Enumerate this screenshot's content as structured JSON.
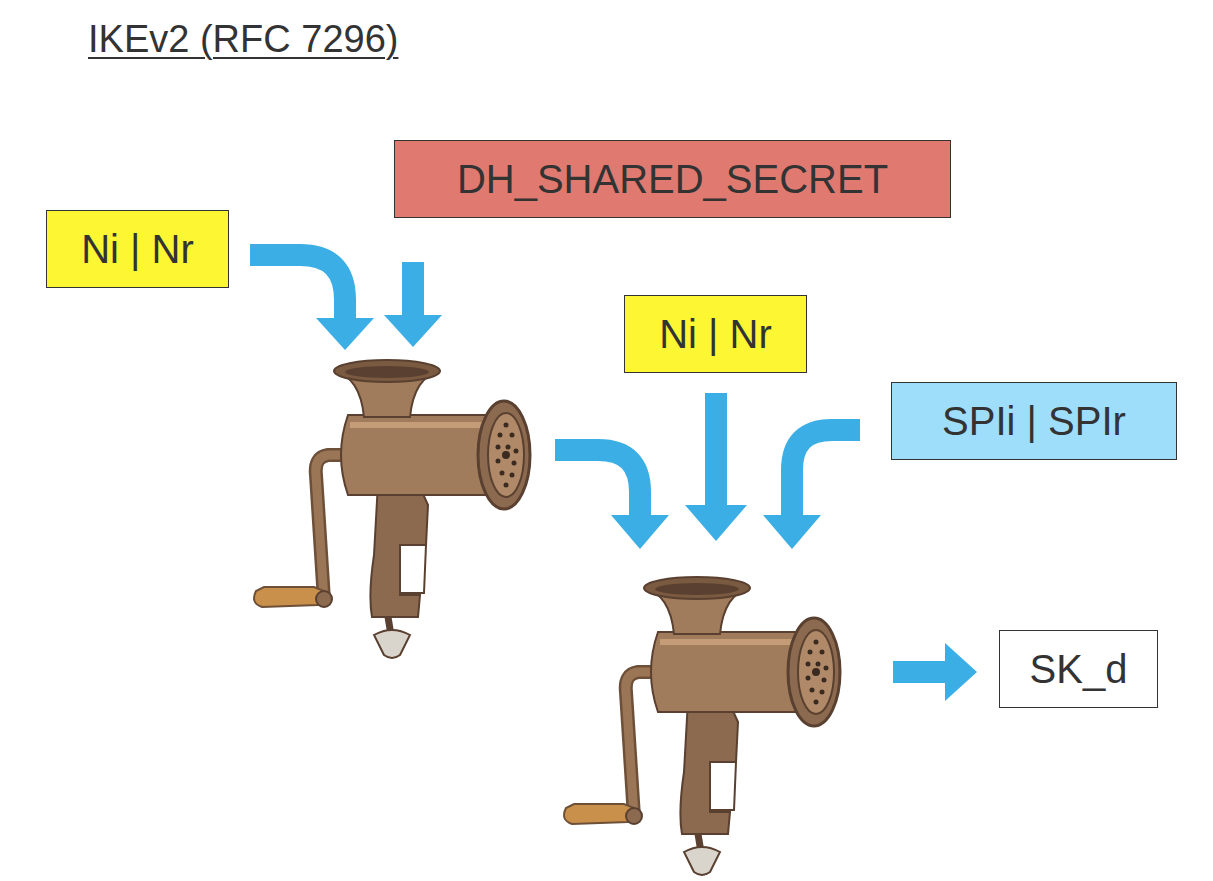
{
  "diagram": {
    "title": "IKEv2 (RFC 7296)",
    "nodes": [
      {
        "text": [
          "DH_SHARED_SECRET"
        ]
      },
      {
        "text": [
          "Ni | Nr"
        ]
      },
      {
        "text": [
          "Ni | Nr"
        ]
      },
      {
        "text": [
          "SPIi | SPIr"
        ]
      },
      {
        "text": [
          "SK_d"
        ]
      }
    ]
  }
}
